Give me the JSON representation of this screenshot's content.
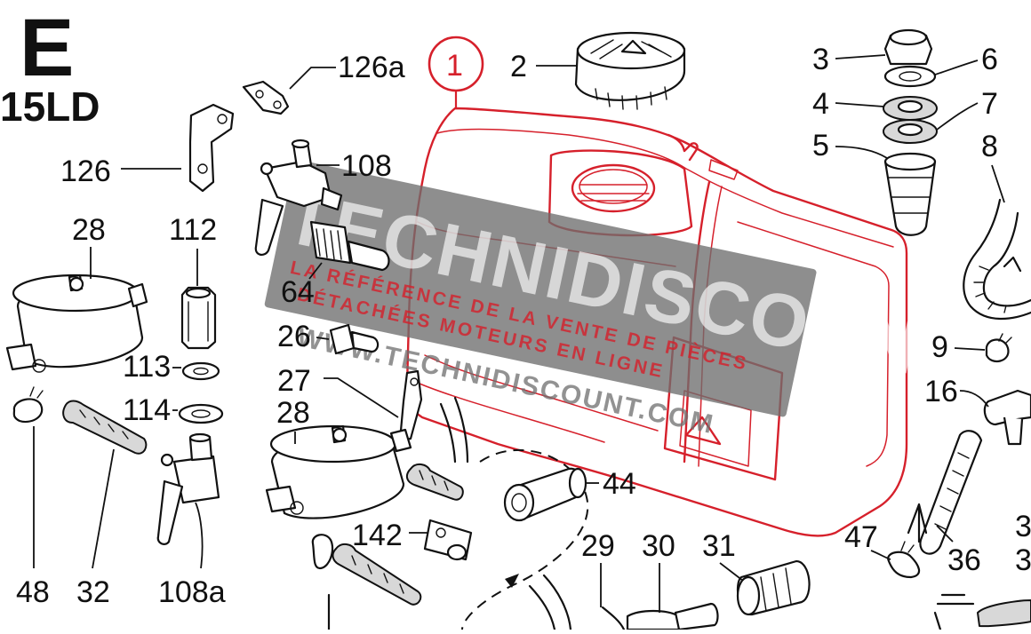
{
  "header": {
    "letter": "E",
    "model": "15LD"
  },
  "colors": {
    "highlight": "#d6202b",
    "ink": "#111111",
    "watermark": "#6e6e6e"
  },
  "watermark": {
    "brand": "TECHNIDISCOUNT",
    "line1": "LA RÉFÉRENCE DE LA VENTE DE PIÈCES",
    "line2": "DÉTACHÉES MOTEURS EN LIGNE",
    "url": "WWW.TECHNIDISCOUNT.COM"
  },
  "callouts": {
    "c1": "1",
    "c2": "2",
    "c3": "3",
    "c4": "4",
    "c5": "5",
    "c6": "6",
    "c7": "7",
    "c8": "8",
    "c9": "9",
    "c16": "16",
    "c26": "26",
    "c27": "27",
    "c28a": "28",
    "c28b": "28",
    "c29": "29",
    "c30": "30",
    "c31": "31",
    "c32": "32",
    "c36": "36",
    "c3b": "3",
    "c3c": "3",
    "c44": "44",
    "c47": "47",
    "c48": "48",
    "c64": "64",
    "c108": "108",
    "c108a": "108a",
    "c112": "112",
    "c113": "113",
    "c114": "114",
    "c126": "126",
    "c126a": "126a",
    "c142": "142"
  }
}
